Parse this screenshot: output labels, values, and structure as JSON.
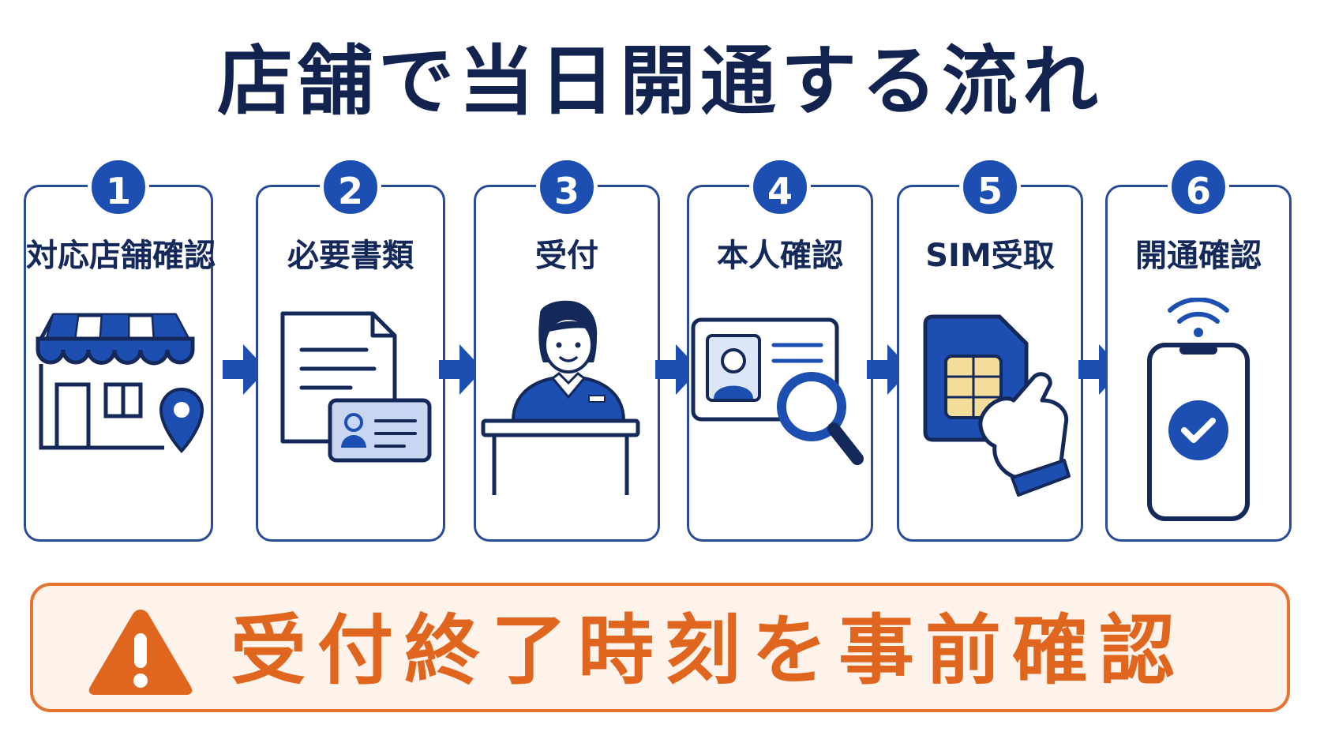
{
  "title": "店舗で当日開通する流れ",
  "steps": [
    {
      "number": "1",
      "label": "対応店舗確認",
      "icon": "storefront-location-icon"
    },
    {
      "number": "2",
      "label": "必要書類",
      "icon": "documents-id-card-icon"
    },
    {
      "number": "3",
      "label": "受付",
      "icon": "reception-staff-icon"
    },
    {
      "number": "4",
      "label": "本人確認",
      "icon": "id-card-magnifier-icon"
    },
    {
      "number": "5",
      "label": "SIM受取",
      "icon": "sim-card-hand-icon"
    },
    {
      "number": "6",
      "label": "開通確認",
      "icon": "smartphone-check-signal-icon"
    }
  ],
  "notice": {
    "text": "受付終了時刻を事前確認",
    "icon": "warning-icon"
  },
  "colors": {
    "primary": "#1d4fb3",
    "navy": "#13234f",
    "card_border": "#2a4a9a",
    "warning": "#e0661f",
    "warning_bg": "#fdf3ea"
  }
}
